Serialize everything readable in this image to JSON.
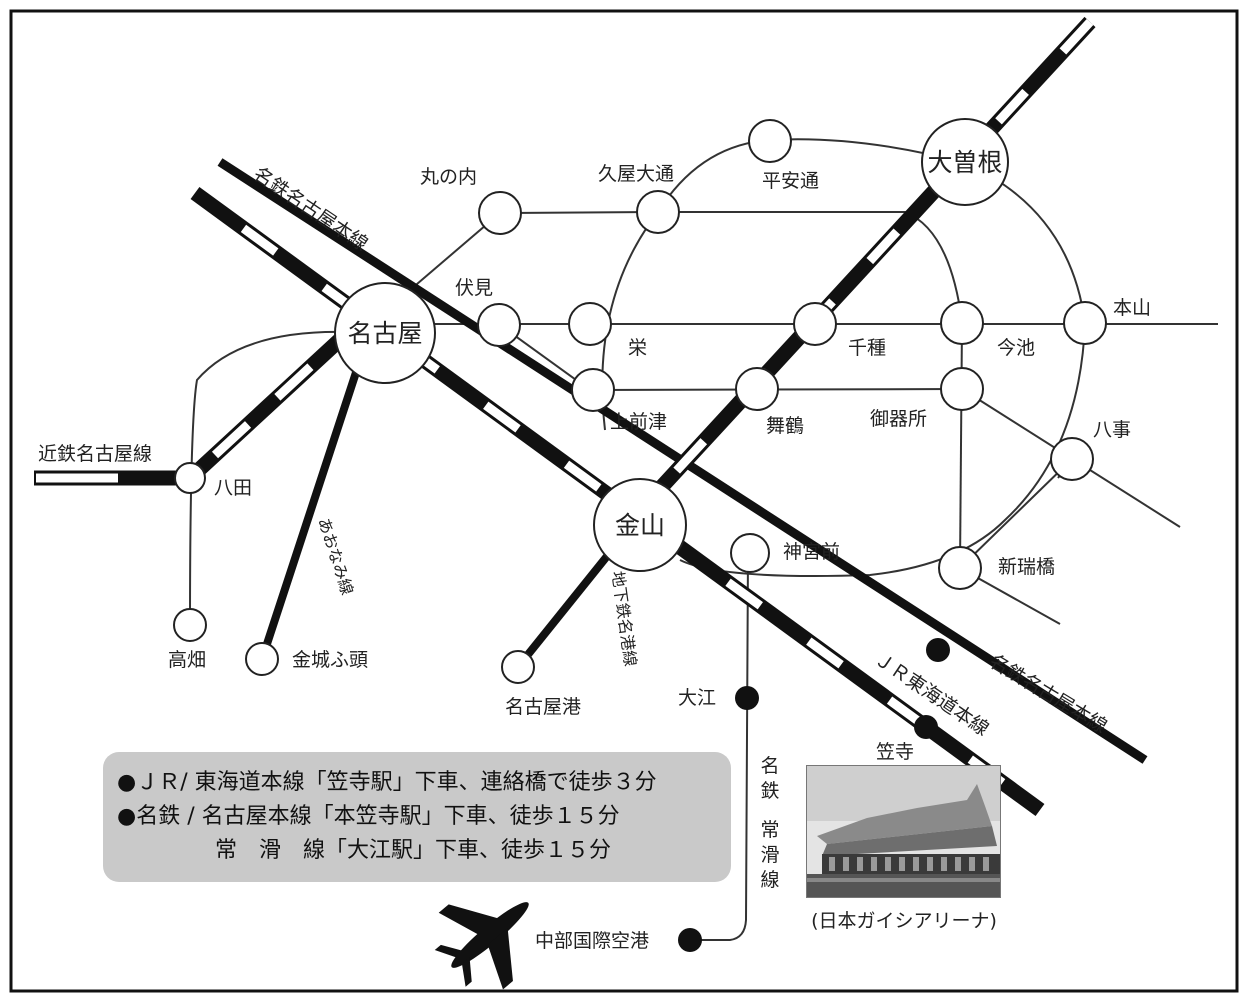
{
  "map": {
    "stations": {
      "marunouchi": "丸の内",
      "hisaya_odori": "久屋大通",
      "heian_dori": "平安通",
      "ozone": "大曽根",
      "fushimi": "伏見",
      "sakae": "栄",
      "chikusa": "千種",
      "imaike": "今池",
      "motoyama": "本山",
      "nagoya": "名古屋",
      "kamimaezu": "上前津",
      "tsurumai": "舞鶴",
      "gokiso": "御器所",
      "yagoto": "八事",
      "hatta": "八田",
      "kanayama": "金山",
      "jingumae": "神宮前",
      "arahata": "新瑞橋",
      "takabata": "高畑",
      "kinjo_futo": "金城ふ頭",
      "nagoya_ko": "名古屋港",
      "oe": "大江",
      "kasadera": "笠寺",
      "chubu_airport": "中部国際空港"
    },
    "lines": {
      "meitetsu_main_top": "名鉄名古屋本線",
      "meitetsu_main_bottom": "名鉄名古屋本線",
      "jr_tokaido": "ＪＲ東海道本線",
      "kintetsu": "近鉄名古屋線",
      "aonami": "あおなみ線",
      "meiko": "地下鉄名港線",
      "tokoname_1": "名",
      "tokoname_2": "鉄",
      "tokoname_3": "常",
      "tokoname_4": "滑",
      "tokoname_5": "線"
    },
    "colors": {
      "rail": "#111111",
      "stroke": "#333333",
      "box": "#c9c9c9"
    }
  },
  "access": {
    "jr": "●ＪＲ/ 東海道本線「笠寺駅」下車、連絡橋で徒歩３分",
    "meitetsu": "●名鉄 / 名古屋本線「本笠寺駅」下車、徒歩１５分",
    "tokoname": "常　滑　線「大江駅」下車、徒歩１５分"
  },
  "venue": {
    "caption": "(日本ガイシアリーナ)"
  },
  "icons": {
    "airport": "airplane-icon",
    "venue": "arena-photo"
  }
}
